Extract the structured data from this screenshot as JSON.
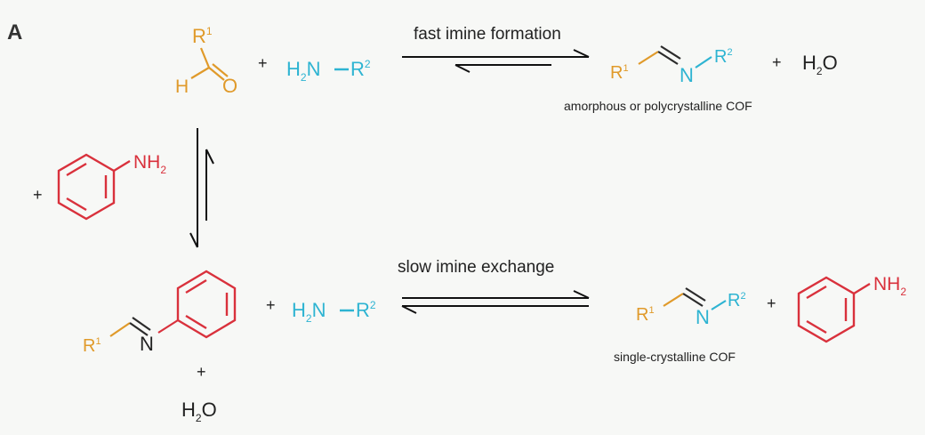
{
  "panel_label": "A",
  "colors": {
    "aldehyde": "#e09a2a",
    "amine": "#2eb4d2",
    "aniline": "#d9313c",
    "text": "#222222"
  },
  "labels": {
    "fast": "fast imine formation",
    "slow": "slow imine exchange",
    "amorphous": "amorphous or polycrystalline COF",
    "single": "single-crystalline COF"
  },
  "atoms": {
    "r1": "R",
    "r1_sup": "1",
    "r2": "R",
    "r2_sup": "2",
    "h": "H",
    "o": "O",
    "n": "N",
    "h2": "H",
    "h2_sub": "2",
    "nh": "NH",
    "water_h": "H",
    "water_sub": "2",
    "water_o": "O",
    "plus": "+"
  }
}
